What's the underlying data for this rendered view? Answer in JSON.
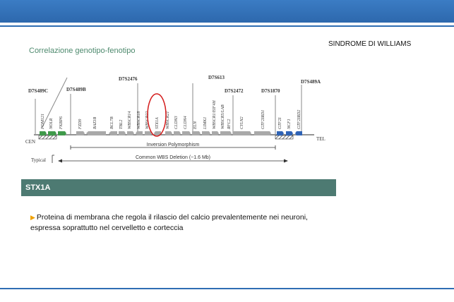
{
  "slide": {
    "subtitle": "Correlazione genotipo-fenotipo",
    "header_right": "SINDROME DI WILLIAMS",
    "section_title": "STX1A",
    "bullet_text": "Proteina di membrana che regola il rilascio del calcio prevalentemente nei neuroni, espressa soprattutto nel cervelletto e corteccia"
  },
  "diagram": {
    "markers": [
      "D7S489C",
      "D7S489B",
      "D7S2476",
      "D7S613",
      "D7S2472",
      "D7S1870",
      "D7S489A"
    ],
    "genes": [
      "POM121",
      "NOLR",
      "FKBP6",
      "FZD9",
      "BAZ1B",
      "BCL7B",
      "TBL2",
      "WBSCR14",
      "WBSCR18",
      "WBSCR22",
      "STX1A",
      "WBSCR21",
      "CLDN3",
      "CLDN4",
      "ELN",
      "LIMK1",
      "WBSCR1/EIF4H",
      "WBSCR5/LAB",
      "RFC2",
      "CYLN2",
      "GTF2IRD1",
      "GTF2I",
      "NCF1",
      "GTF2IRD2"
    ],
    "cen_label": "CEN",
    "tel_label": "TEL",
    "inversion_label": "Inversion Polymorphism",
    "deletion_label": "Common WBS Deletion (~1.6 Mb)",
    "typical_label": "Typical"
  },
  "colors": {
    "top_bar": "#3b7cc4",
    "section_bar": "#4d7a72",
    "gene_green": "#3f9a4a",
    "gene_gray": "#a9a9a9",
    "gene_blue": "#2f63b5",
    "highlight": "#d41c1c"
  }
}
